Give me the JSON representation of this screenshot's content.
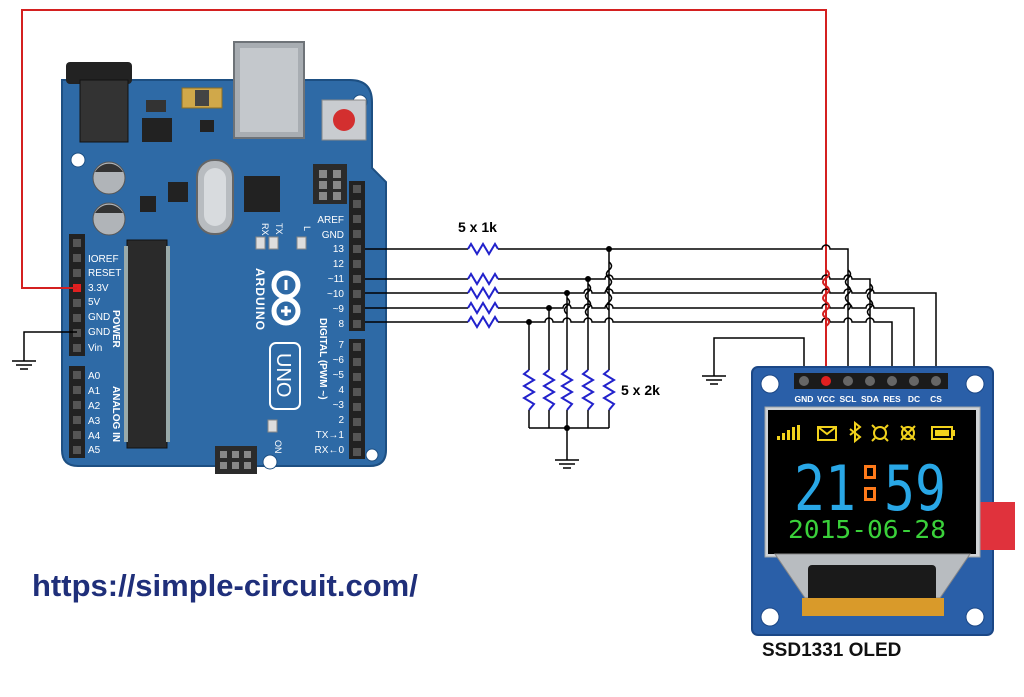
{
  "colors": {
    "board": "#2e6aa6",
    "board_dark": "#1d4f82",
    "wire": "#000000",
    "vcc_wire": "#d42020",
    "res_top": "#2222cc",
    "res_vcc": "#d42020",
    "oled_board": "#2a5fa8",
    "oled_screen": "#000000",
    "clock_digits": "#29a7e6",
    "clock_colon": "#ff7a1a",
    "date_text": "#3ad13a",
    "status_icons": "#f2d21c"
  },
  "arduino": {
    "brand": "ARDUINO",
    "model": "UNO",
    "power_label": "POWER",
    "analog_label": "ANALOG IN",
    "digital_label": "DIGITAL (PWM ~)",
    "led_tx": "TX",
    "led_rx": "RX",
    "led_l": "L",
    "led_on": "ON",
    "power_pins": [
      "IOREF",
      "RESET",
      "3.3V",
      "5V",
      "GND",
      "GND",
      "Vin"
    ],
    "analog_pins": [
      "A0",
      "A1",
      "A2",
      "A3",
      "A4",
      "A5"
    ],
    "digital_pins_upper": [
      "AREF",
      "GND",
      "13",
      "12",
      "~11",
      "~10",
      "~9",
      "8"
    ],
    "digital_pins_lower": [
      "7",
      "~6",
      "~5",
      "4",
      "~3",
      "2",
      "TX→1",
      "RX←0"
    ]
  },
  "circuit": {
    "series_resistors_label": "5 x 1k",
    "pulldown_resistors_label": "5 x 2k"
  },
  "oled": {
    "pin_labels": [
      "GND",
      "VCC",
      "SCL",
      "SDA",
      "RES",
      "DC",
      "CS"
    ],
    "clock_hours": "21",
    "clock_minutes": "59",
    "date": "2015-06-28",
    "caption": "SSD1331 OLED"
  },
  "footer": {
    "url": "https://simple-circuit.com/"
  }
}
